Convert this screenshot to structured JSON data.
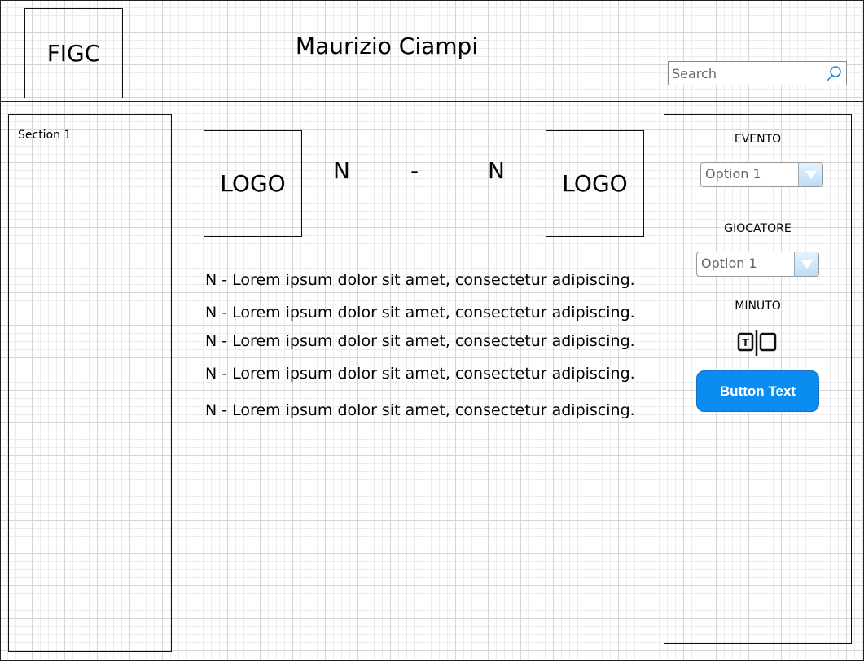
{
  "header": {
    "logo_text": "FIGC",
    "title": "Maurizio Ciampi",
    "search_placeholder": "Search",
    "search_icon": "search-icon"
  },
  "sidebar": {
    "section_label": "Section 1"
  },
  "match": {
    "home_logo": "LOGO",
    "away_logo": "LOGO",
    "home_score": "N",
    "separator": "-",
    "away_score": "N"
  },
  "events": [
    "N - Lorem ipsum dolor sit amet, consectetur adipiscing.",
    "N - Lorem ipsum dolor sit amet, consectetur adipiscing.",
    "N - Lorem ipsum dolor sit amet, consectetur adipiscing.",
    "N - Lorem ipsum dolor sit amet, consectetur adipiscing.",
    "N - Lorem ipsum dolor sit amet, consectetur adipiscing."
  ],
  "panel": {
    "evento_label": "EVENTO",
    "evento_value": "Option 1",
    "giocatore_label": "GIOCATORE",
    "giocatore_value": "Option 1",
    "minuto_label": "MINUTO",
    "minuto_icon": "text-input-icon",
    "button_label": "Button Text"
  },
  "colors": {
    "button": "#0a8cf0",
    "dropdown_arrow": "#bcdcf8"
  }
}
